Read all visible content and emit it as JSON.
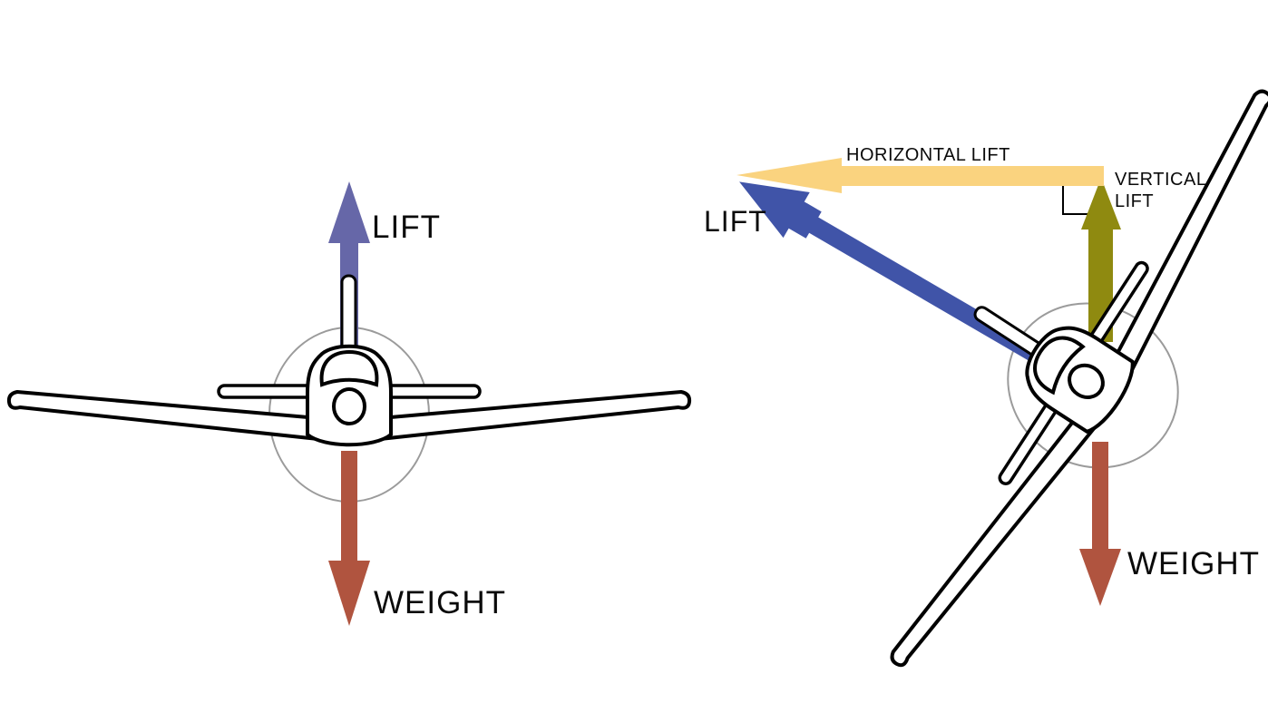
{
  "diagram": {
    "description": "aircraft-lift-forces",
    "colors": {
      "background": "#ffffff",
      "lift_left": "#6667A8",
      "lift_right": "#4054A8",
      "weight": "#B0543F",
      "horizontal_lift": "#FAD37F",
      "vertical_lift": "#8F8A10",
      "outline": "#000000",
      "prop_arc": "#9B9B9B",
      "label_text": "#0A0A0A"
    },
    "left_diagram": {
      "name": "wings-level-flight",
      "lift_label": "LIFT",
      "weight_label": "WEIGHT"
    },
    "right_diagram": {
      "name": "banked-turn",
      "lift_label": "LIFT",
      "weight_label": "WEIGHT",
      "horizontal_lift_label": "HORIZONTAL LIFT",
      "vertical_lift_label_line1": "VERTICAL",
      "vertical_lift_label_line2": "LIFT"
    }
  }
}
